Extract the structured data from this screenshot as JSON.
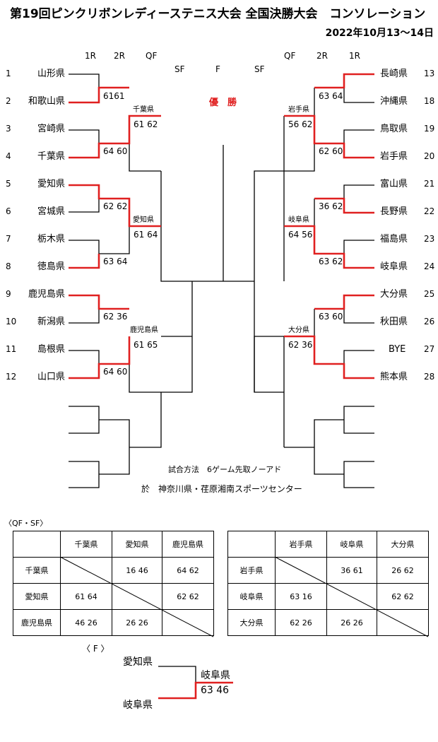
{
  "title": "第19回ピンクリボンレディーステニス大会 全国決勝大会　コンソレーション",
  "date": "2022年10月13～14日",
  "round_labels_left": [
    "1R",
    "2R",
    "QF"
  ],
  "round_labels_right": [
    "QF",
    "2R",
    "1R"
  ],
  "center_labels": [
    "SF",
    "F",
    "SF"
  ],
  "champion_label": "優　勝",
  "left_teams": [
    {
      "num": "1",
      "name": "山形県"
    },
    {
      "num": "2",
      "name": "和歌山県"
    },
    {
      "num": "3",
      "name": "宮崎県"
    },
    {
      "num": "4",
      "name": "千葉県"
    },
    {
      "num": "5",
      "name": "愛知県"
    },
    {
      "num": "6",
      "name": "宮城県"
    },
    {
      "num": "7",
      "name": "栃木県"
    },
    {
      "num": "8",
      "name": "徳島県"
    },
    {
      "num": "9",
      "name": "鹿児島県"
    },
    {
      "num": "10",
      "name": "新潟県"
    },
    {
      "num": "11",
      "name": "島根県"
    },
    {
      "num": "12",
      "name": "山口県"
    }
  ],
  "right_teams": [
    {
      "num": "13",
      "name": "長崎県"
    },
    {
      "num": "18",
      "name": "沖縄県"
    },
    {
      "num": "19",
      "name": "鳥取県"
    },
    {
      "num": "20",
      "name": "岩手県"
    },
    {
      "num": "21",
      "name": "富山県"
    },
    {
      "num": "22",
      "name": "長野県"
    },
    {
      "num": "23",
      "name": "福島県"
    },
    {
      "num": "24",
      "name": "岐阜県"
    },
    {
      "num": "25",
      "name": "大分県"
    },
    {
      "num": "26",
      "name": "秋田県"
    },
    {
      "num": "27",
      "name": "BYE"
    },
    {
      "num": "28",
      "name": "熊本県"
    }
  ],
  "left_r1_scores": [
    "6161",
    "64 60",
    "62 62",
    "63 64",
    "62 36",
    "64 60"
  ],
  "right_r1_scores": [
    "63 64",
    "62 60",
    "36 62",
    "63 62",
    "63 60",
    ""
  ],
  "left_r2": [
    {
      "winner": "千葉県",
      "score": "61 62"
    },
    {
      "winner": "愛知県",
      "score": "61 64"
    },
    {
      "winner": "鹿児島県",
      "score": "61 65"
    }
  ],
  "right_r2": [
    {
      "winner": "岩手県",
      "score": "56 62"
    },
    {
      "winner": "岐阜県",
      "score": "64 56"
    },
    {
      "winner": "大分県",
      "score": "62 36"
    }
  ],
  "format_note": "試合方法　6ゲーム先取ノーアド",
  "venue": "於　神奈川県・荏原湘南スポーツセンター",
  "rr_section_label": "〈QF・SF〉",
  "rr_left": {
    "teams": [
      "千葉県",
      "愛知県",
      "鹿児島県"
    ],
    "rows": [
      [
        "",
        "16 46",
        "64 62"
      ],
      [
        "61 64",
        "",
        "62 62"
      ],
      [
        "46 26",
        "26 26",
        ""
      ]
    ]
  },
  "rr_right": {
    "teams": [
      "岩手県",
      "岐阜県",
      "大分県"
    ],
    "rows": [
      [
        "",
        "36 61",
        "26 62"
      ],
      [
        "63 16",
        "",
        "62 62"
      ],
      [
        "62 26",
        "26 26",
        ""
      ]
    ]
  },
  "final_label": "〈 F 〉",
  "final": {
    "top": "愛知県",
    "bottom": "岐阜県",
    "winner": "岐阜県",
    "score": "63 46"
  },
  "colors": {
    "win": "#e02020",
    "line": "#000000"
  }
}
